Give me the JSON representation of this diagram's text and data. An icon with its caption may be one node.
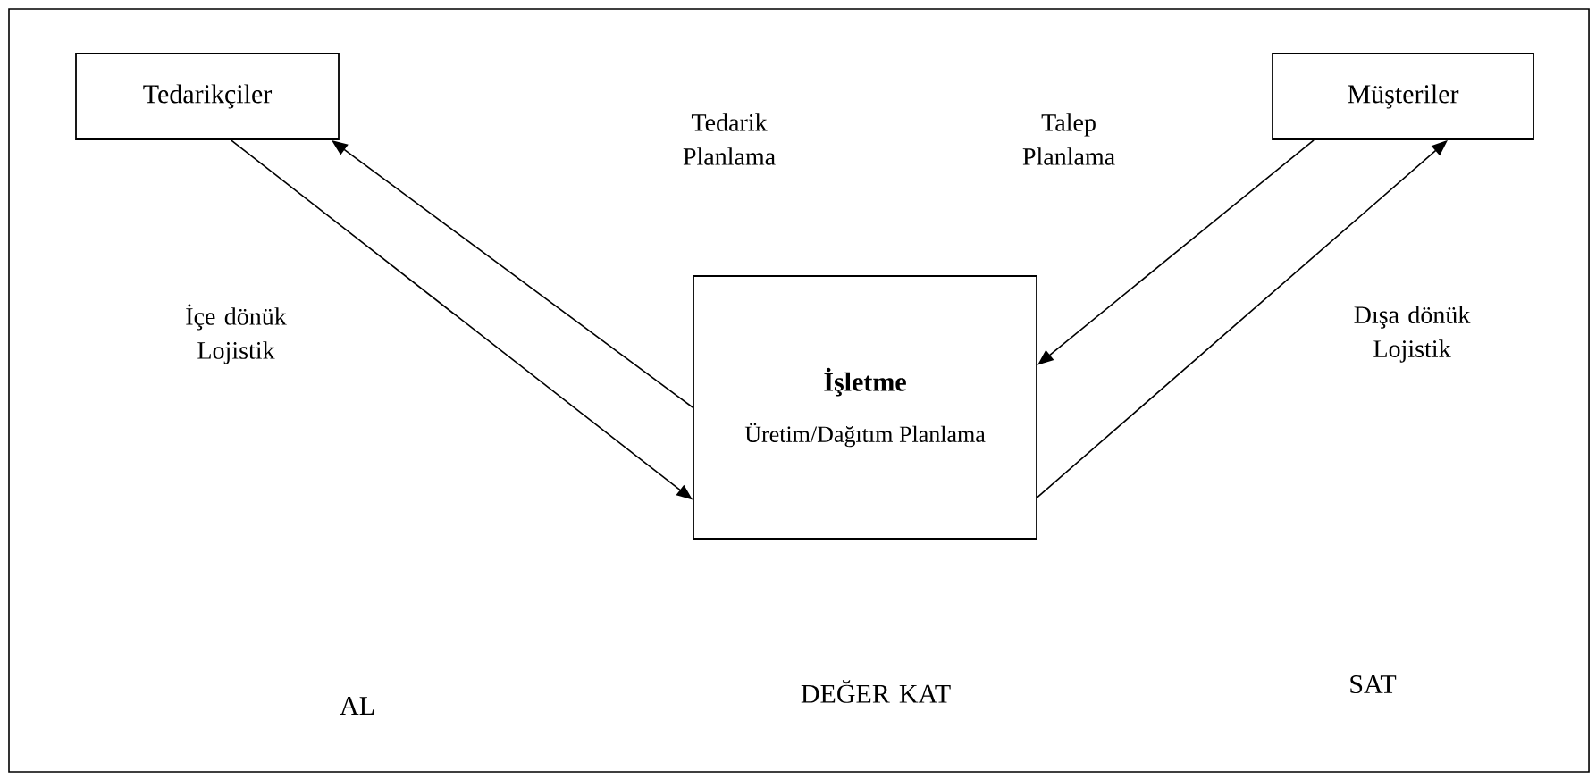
{
  "diagram": {
    "nodes": [
      {
        "text": [
          "Tedarikçiler"
        ]
      },
      {
        "text": [
          "Müşteriler"
        ]
      },
      {
        "text": [
          "İşletme",
          "Üretim/Dağıtım Planlama"
        ]
      }
    ],
    "edges": [
      {
        "from": 0,
        "to": 2,
        "arrow": "to"
      },
      {
        "from": 2,
        "to": 0,
        "arrow": "to"
      },
      {
        "from": 1,
        "to": 2,
        "arrow": "to"
      },
      {
        "from": 2,
        "to": 1,
        "arrow": "to"
      }
    ],
    "labels": [
      "Tedarik Planlama",
      "Talep Planlama",
      "İçe dönük Lojistik",
      "Dışa dönük Lojistik",
      "AL",
      "DEĞER KAT",
      "SAT"
    ]
  }
}
